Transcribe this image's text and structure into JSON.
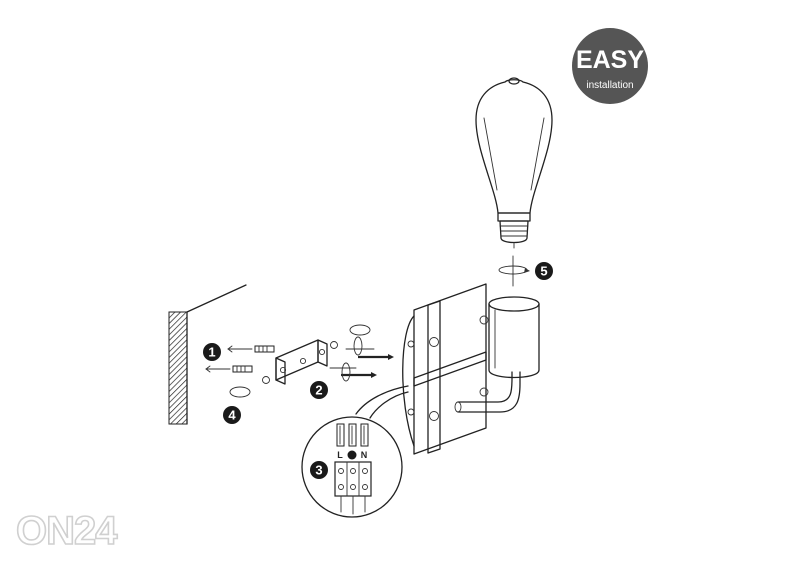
{
  "badge": {
    "title": "EASY",
    "subtitle": "installation",
    "color": "#555555"
  },
  "steps": [
    "1",
    "2",
    "3",
    "4",
    "5"
  ],
  "terminals": [
    "L",
    "N"
  ],
  "watermark": {
    "text": "ON24",
    "color": "#d0d0d0"
  },
  "colors": {
    "line": "#222222",
    "step_fill": "#1a1a1a"
  }
}
